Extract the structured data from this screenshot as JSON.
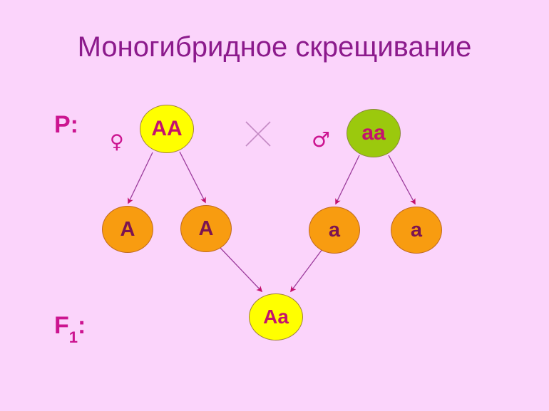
{
  "slide": {
    "title": "Моногибридное скрещивание",
    "background_color": "#fbd4fb",
    "title_color": "#8c1a8c"
  },
  "generations": {
    "parental": {
      "label": "P:",
      "label_color": "#cc1490",
      "female_symbol": "♀",
      "male_symbol": "♂",
      "cross_symbol": "×"
    },
    "first_filial": {
      "label_main": "F",
      "label_sub": "1",
      "label_colon": ":",
      "label_color": "#cc1490"
    }
  },
  "nodes": {
    "parent_female": {
      "genotype": "AA",
      "fill": "#ffff00",
      "text_color": "#c4126e"
    },
    "parent_male": {
      "genotype": "aa",
      "fill": "#9bc90d",
      "text_color": "#c4126e"
    },
    "gametes": [
      {
        "allele": "A",
        "fill": "#f89c10",
        "text_color": "#7c1452"
      },
      {
        "allele": "A",
        "fill": "#f89c10",
        "text_color": "#7c1452"
      },
      {
        "allele": "a",
        "fill": "#f89c10",
        "text_color": "#7c1452"
      },
      {
        "allele": "a",
        "fill": "#f89c10",
        "text_color": "#7c1452"
      }
    ],
    "offspring": {
      "genotype": "Aa",
      "fill": "#ffff00",
      "text_color": "#c4126e"
    }
  },
  "arrows": {
    "color": "#9c3c9c",
    "head_color": "#c4126e"
  }
}
